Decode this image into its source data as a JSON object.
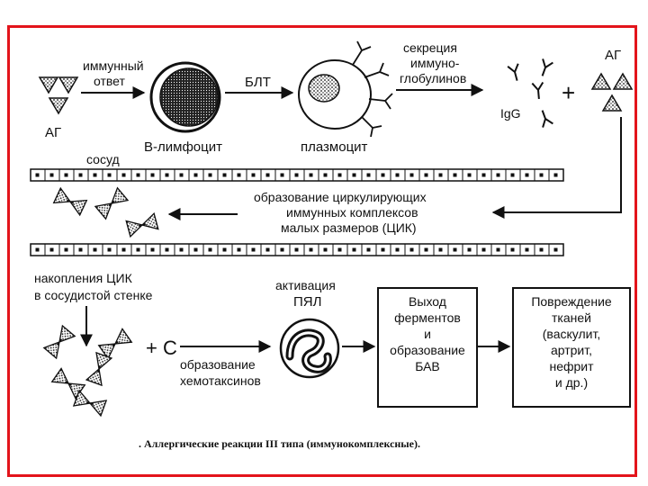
{
  "antigen_left": "АГ",
  "immune_response": [
    "иммунный",
    "ответ"
  ],
  "b_lymphocyte": "В-лимфоцит",
  "blt": "БЛТ",
  "plasmocyte": "плазмоцит",
  "secretion": [
    "секреция",
    "иммуно-",
    "глобулинов"
  ],
  "igg": "IgG",
  "plus": "+",
  "antigen_right": "АГ",
  "vessel": "сосуд",
  "cic_formation": [
    "образование циркулирующих",
    "иммунных комплексов",
    "малых размеров (ЦИК)"
  ],
  "accumulation": [
    "накопления ЦИК",
    "в сосудистой стенке"
  ],
  "plus_c": "+ С",
  "chemotaxin": [
    "образование",
    "хемотаксинов"
  ],
  "pyal_activation": [
    "активация",
    "ПЯЛ"
  ],
  "enzyme_box": [
    "Выход",
    "ферментов",
    "и",
    "образование",
    "БАВ"
  ],
  "damage_box": [
    "Повреждение",
    "тканей",
    "(васкулит,",
    "артрит,",
    "нефрит",
    "и др.)"
  ],
  "caption": ". Аллергические реакции III типа (иммунокомплексные).",
  "colors": {
    "frame": "#e3141b",
    "ink": "#111111"
  }
}
